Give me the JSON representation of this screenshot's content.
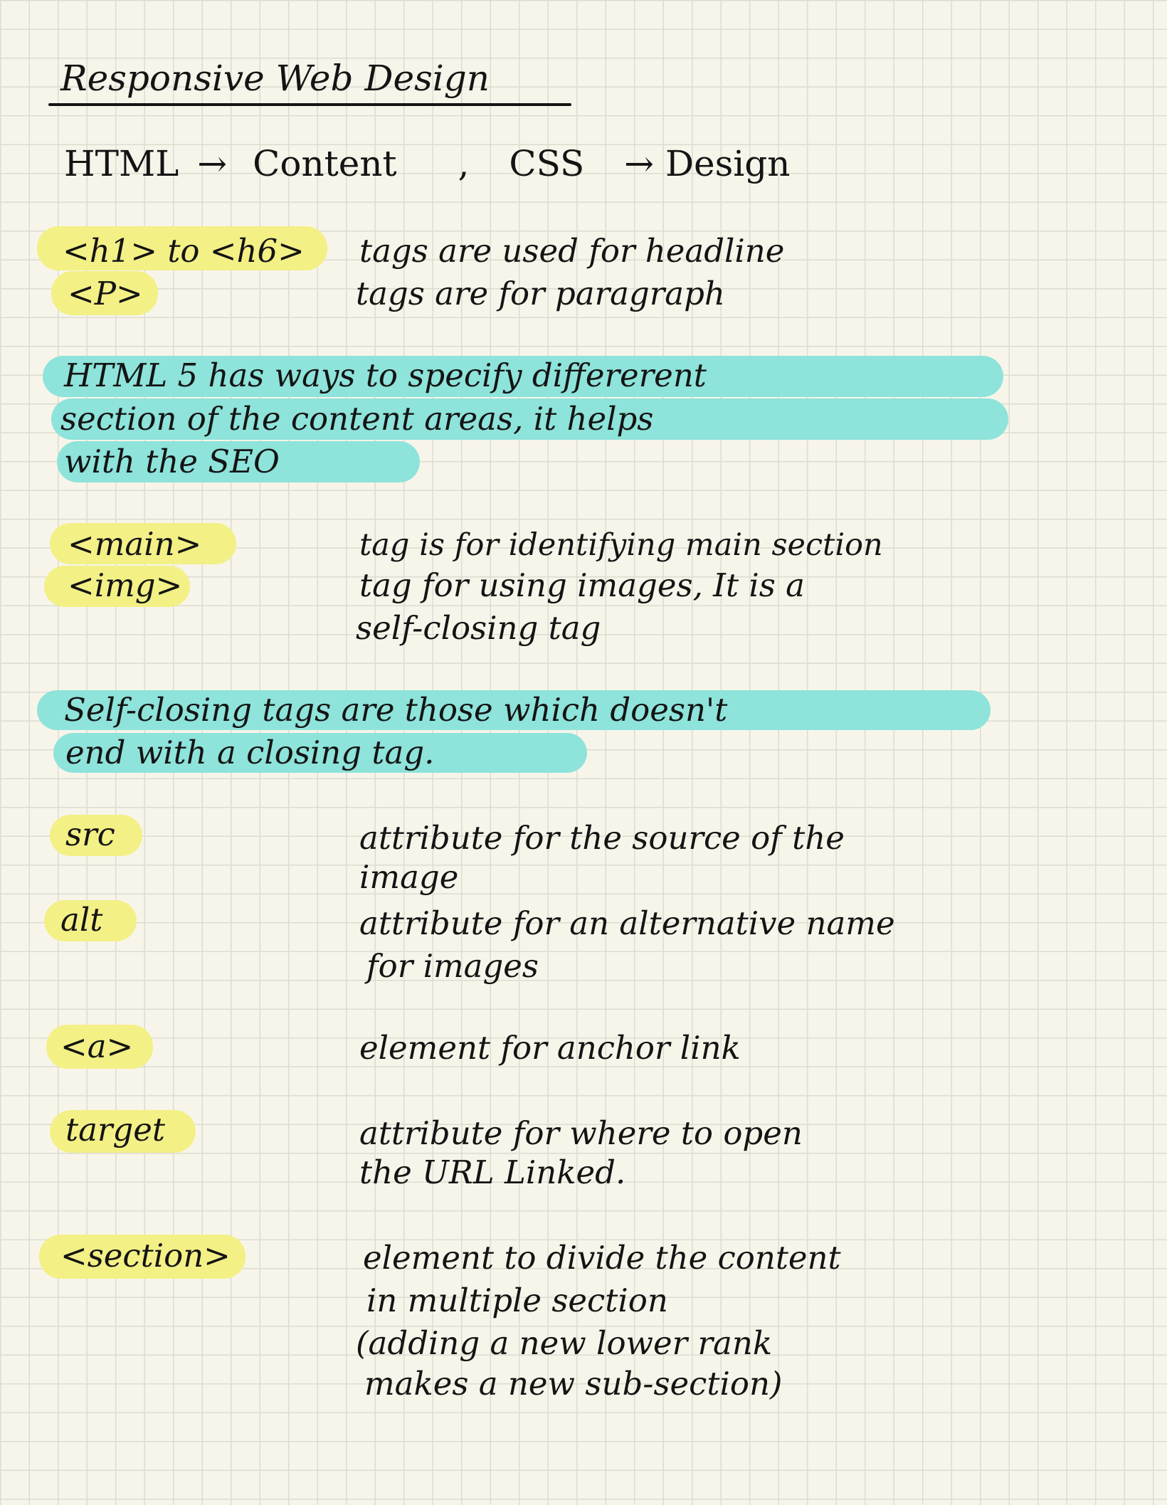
{
  "title": "Responsive Web Design",
  "intro_line": {
    "html": "HTML",
    "arrow1": "→",
    "content": "Content",
    "comma": ",",
    "css": "CSS",
    "arrow2": "→",
    "design": "Design"
  },
  "heading_tags": [
    {
      "term": "<h1> to <h6>",
      "desc": "tags are used for headline"
    },
    {
      "term": "<P>",
      "desc": "tags are for paragraph"
    }
  ],
  "html5_note": {
    "lines": [
      "HTML 5 has ways to specify differerent",
      "section of the content areas, it helps",
      "with the SEO"
    ]
  },
  "main_img": [
    {
      "term": "<main>",
      "desc_lines": [
        "tag is for identifying main section"
      ]
    },
    {
      "term": "<img>",
      "desc_lines": [
        "tag for using images, It is a",
        "self-closing tag"
      ]
    }
  ],
  "self_closing_note": {
    "lines": [
      "Self-closing tags are those which doesn't",
      "end with a closing tag."
    ]
  },
  "attributes": [
    {
      "term": "src",
      "desc_lines": [
        "attribute for the source of the",
        "image"
      ]
    },
    {
      "term": "alt",
      "desc_lines": [
        "attribute for an alternative name",
        "for images"
      ]
    },
    {
      "term": "<a>",
      "desc_lines": [
        "element for anchor link"
      ]
    },
    {
      "term": "target",
      "desc_lines": [
        "attribute for where to open",
        "the URL Linked."
      ]
    },
    {
      "term": "<section>",
      "desc_lines": [
        "element to divide the content",
        "in multiple section",
        "(adding a new lower rank",
        "makes a new sub-section)"
      ]
    }
  ],
  "colors": {
    "paper": "#f7f5ea",
    "grid": "#dcdcd0",
    "yellow_highlight": "#f3f086",
    "cyan_highlight": "#8ee3da",
    "ink": "#141414"
  }
}
